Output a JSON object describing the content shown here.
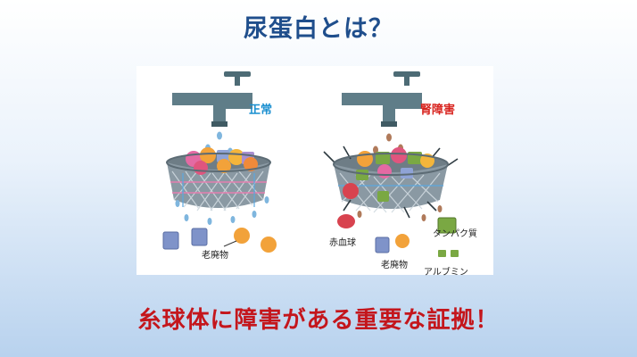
{
  "title": "尿蛋白とは？",
  "illustration": {
    "label_normal": "正常",
    "label_kidney_disorder": "腎障害",
    "label_waste_left": "老廃物",
    "label_red_blood_cell": "赤血球",
    "label_protein": "タンパク質",
    "label_waste_right": "老廃物",
    "label_albumin": "アルブミン"
  },
  "conclusion": "糸球体に障害がある重要な証拠！",
  "colors": {
    "title": "#1f4e8c",
    "normal_label": "#1a8fd0",
    "kidney_label": "#d8231e",
    "conclusion": "#c4161c"
  }
}
